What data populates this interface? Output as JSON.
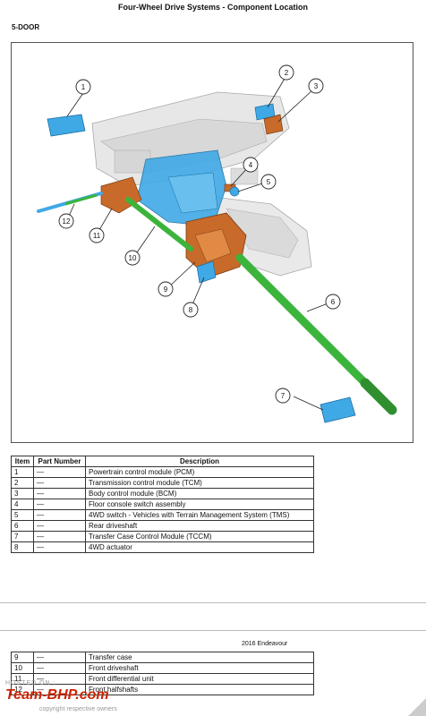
{
  "header": {
    "title": "Four-Wheel Drive Systems - Component Location",
    "subtitle": "5-DOOR"
  },
  "figure": {
    "callouts": [
      "1",
      "2",
      "3",
      "4",
      "5",
      "6",
      "7",
      "8",
      "9",
      "10",
      "11",
      "12"
    ],
    "colors": {
      "green": "#3cb43c",
      "blue": "#3fa9e6",
      "orange": "#c86a2a",
      "grey": "#c9c9c9"
    }
  },
  "table": {
    "headers": {
      "item": "Item",
      "part_number": "Part Number",
      "description": "Description"
    },
    "rows": [
      {
        "item": "1",
        "part": "—",
        "desc": "Powertrain control module (PCM)"
      },
      {
        "item": "2",
        "part": "—",
        "desc": "Transmission control module (TCM)"
      },
      {
        "item": "3",
        "part": "—",
        "desc": "Body control module (BCM)"
      },
      {
        "item": "4",
        "part": "—",
        "desc": "Floor console switch assembly"
      },
      {
        "item": "5",
        "part": "—",
        "desc": "4WD switch - Vehicles with Terrain Management System (TMS)"
      },
      {
        "item": "6",
        "part": "—",
        "desc": "Rear driveshaft"
      },
      {
        "item": "7",
        "part": "—",
        "desc": "Transfer Case Control Module (TCCM)"
      },
      {
        "item": "8",
        "part": "—",
        "desc": "4WD actuator"
      }
    ],
    "rows_continued": [
      {
        "item": "9",
        "part": "—",
        "desc": "Transfer case"
      },
      {
        "item": "10",
        "part": "—",
        "desc": "Front driveshaft"
      },
      {
        "item": "11",
        "part": "—",
        "desc": "Front differential unit"
      },
      {
        "item": "12",
        "part": "—",
        "desc": "Front halfshafts"
      }
    ]
  },
  "footer": {
    "model": "2016 Endeavour"
  },
  "watermark": {
    "hosted_on": "HOSTED ON :",
    "brand": "Team-BHP.com",
    "copyright": "copyright respective owners"
  }
}
